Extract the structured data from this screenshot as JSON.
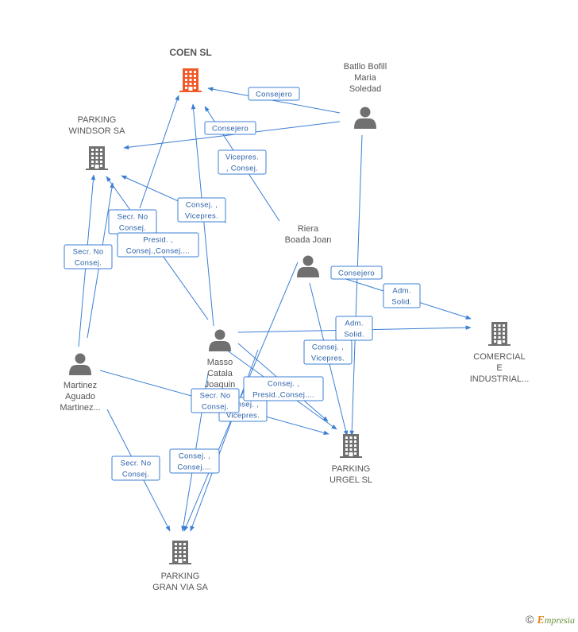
{
  "colors": {
    "edge": "#3b7fd4",
    "company_main": "#f05a28",
    "company": "#707070",
    "person": "#707070"
  },
  "footer": {
    "symbol": "©",
    "brand_initial": "E",
    "brand_rest": "mpresia"
  },
  "nodes": [
    {
      "id": "coen",
      "kind": "company",
      "main": true,
      "lines": [
        "COEN SL"
      ]
    },
    {
      "id": "batllo",
      "kind": "person",
      "lines": [
        "Batllo Bofill",
        "Maria",
        "Soledad"
      ]
    },
    {
      "id": "windsor",
      "kind": "company",
      "lines": [
        "PARKING",
        "WINDSOR SA"
      ]
    },
    {
      "id": "riera",
      "kind": "person",
      "lines": [
        "Riera",
        "Boada Joan"
      ]
    },
    {
      "id": "comercial",
      "kind": "company",
      "lines": [
        "COMERCIAL",
        "E",
        "INDUSTRIAL..."
      ]
    },
    {
      "id": "masso",
      "kind": "person",
      "lines": [
        "Masso",
        "Catala",
        "Joaquin"
      ]
    },
    {
      "id": "martinez",
      "kind": "person",
      "lines": [
        "Martinez",
        "Aguado",
        "Martinez..."
      ]
    },
    {
      "id": "urgel",
      "kind": "company",
      "lines": [
        "PARKING",
        "URGEL SL"
      ]
    },
    {
      "id": "granvia",
      "kind": "company",
      "lines": [
        "PARKING",
        "GRAN VIA SA"
      ]
    }
  ],
  "edge_labels": [
    {
      "id": "e1",
      "lines": [
        "Consejero"
      ]
    },
    {
      "id": "e2",
      "lines": [
        "Consejero"
      ]
    },
    {
      "id": "e3",
      "lines": [
        "Vicepres.",
        ", Consej."
      ]
    },
    {
      "id": "e4",
      "lines": [
        "Consej. ,",
        "Vicepres."
      ]
    },
    {
      "id": "e5",
      "lines": [
        "Secr.  No",
        "Consej."
      ]
    },
    {
      "id": "e6",
      "lines": [
        "Presid. ,",
        "Consej.,Consej...."
      ]
    },
    {
      "id": "e7",
      "lines": [
        "Secr.  No",
        "Consej."
      ]
    },
    {
      "id": "e8",
      "lines": [
        "Consejero"
      ]
    },
    {
      "id": "e9",
      "lines": [
        "Adm.",
        "Solid."
      ]
    },
    {
      "id": "e10",
      "lines": [
        "Adm.",
        "Solid."
      ]
    },
    {
      "id": "e11",
      "lines": [
        "Consej. ,",
        "Vicepres."
      ]
    },
    {
      "id": "e12",
      "lines": [
        "Consej. ,",
        "Vicepres."
      ]
    },
    {
      "id": "e13",
      "lines": [
        "Consej. ,",
        "Presid.,Consej...."
      ]
    },
    {
      "id": "e14",
      "lines": [
        "Secr.  No",
        "Consej."
      ]
    },
    {
      "id": "e15",
      "lines": [
        "Consej. ,",
        "Consej...."
      ]
    },
    {
      "id": "e16",
      "lines": [
        "Secr.  No",
        "Consej."
      ]
    }
  ]
}
